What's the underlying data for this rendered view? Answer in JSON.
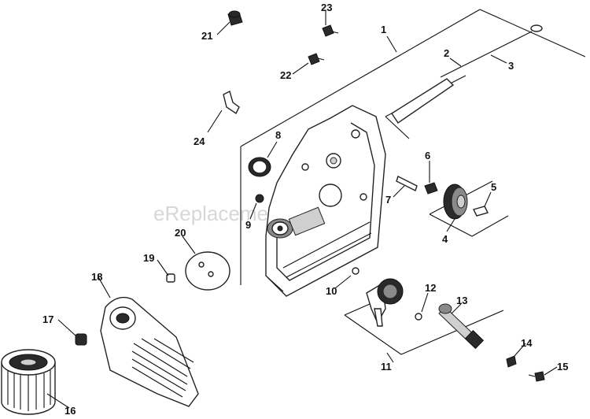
{
  "watermark": "eReplacementParts.com",
  "callouts": {
    "p1": "1",
    "p2": "2",
    "p3": "3",
    "p4": "4",
    "p5": "5",
    "p6": "6",
    "p7": "7",
    "p8": "8",
    "p9": "9",
    "p10": "10",
    "p11": "11",
    "p12": "12",
    "p13": "13",
    "p14": "14",
    "p15": "15",
    "p16": "16",
    "p17": "17",
    "p18": "18",
    "p19": "19",
    "p20": "20",
    "p21": "21",
    "p22": "22",
    "p23": "23",
    "p24": "24"
  }
}
